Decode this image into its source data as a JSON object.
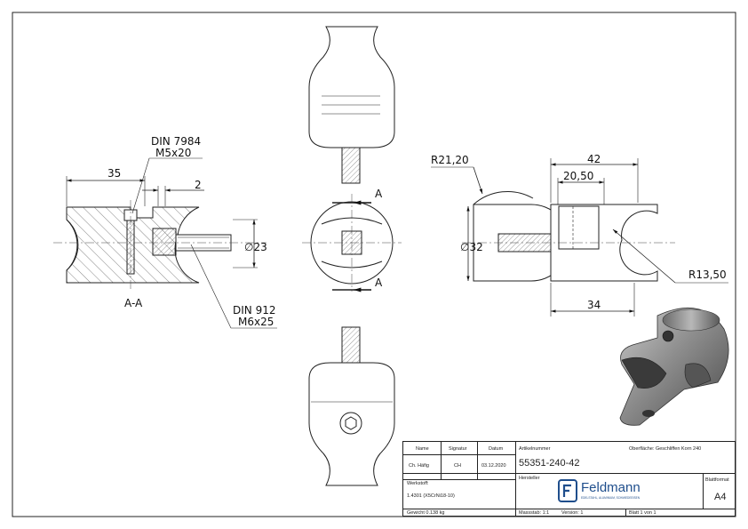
{
  "views": {
    "section_label": "A-A",
    "cut_marker": "A"
  },
  "dimensions": {
    "d35": "35",
    "d2": "2",
    "dia23": "∅23",
    "r2120": "R21,20",
    "d42": "42",
    "d2050": "20,50",
    "dia32": "∅32",
    "r1350": "R13,50",
    "d34": "34"
  },
  "callouts": {
    "din7984": "DIN 7984",
    "m5x20": "M5x20",
    "din912": "DIN 912",
    "m6x25": "M6x25"
  },
  "title_block": {
    "name_label": "Name",
    "signatur_label": "Signatur",
    "datum_label": "Datum",
    "name_value": "Ch. Häfig",
    "signatur_value": "CH",
    "datum_value": "03.12.2020",
    "artikelnummer_label": "Artikelnummer",
    "oberflaeche": "Oberfläche: Geschliffen Korn 240",
    "artikelnummer": "55351-240-42",
    "werkstoff_label": "Werkstoff:",
    "werkstoff_value": "1.4301 (X5CrNi18-10)",
    "hersteller_label": "Hersteller",
    "brand": "Feldmann",
    "brand_tagline": "EDELSTAHL, ALUMINIUM, SCHMIEDEEISEN",
    "blattformat_label": "Blattformat",
    "blattformat_value": "A4",
    "gewicht": "Gewicht 0.138 kg",
    "massstab": "Massstab: 1:1",
    "version": "Version: 1",
    "blatt": "Blatt 1 von 1"
  }
}
